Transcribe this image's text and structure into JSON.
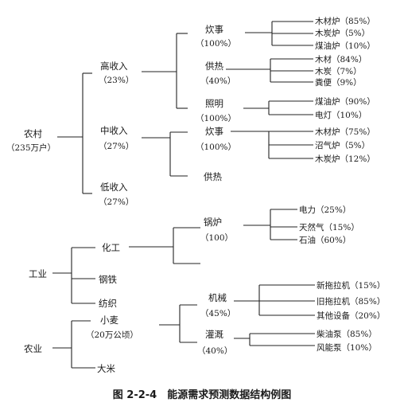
{
  "rural": {
    "label": "农村",
    "sub": "（235万户）",
    "high": {
      "label": "高收入",
      "pct": "（23%）"
    },
    "mid": {
      "label": "中收入",
      "pct": "（27%）"
    },
    "low": {
      "label": "低收入",
      "pct": "（27%）"
    },
    "cook1": {
      "label": "炊事",
      "pct": "（100%）"
    },
    "cook1_leaves": [
      "木材炉（85%）",
      "木炭炉（5%）",
      "煤油炉（10%）"
    ],
    "heat1": {
      "label": "供热",
      "pct": "（40%）"
    },
    "heat1_leaves": [
      "木材（84%）",
      "木炭（7%）",
      "粪便（9%）"
    ],
    "light": {
      "label": "照明",
      "pct": "（100%）"
    },
    "light_leaves": [
      "煤油炉（90%）",
      "电灯（10%）"
    ],
    "cook2": {
      "label": "炊事",
      "pct": "（100%）"
    },
    "cook2_leaves": [
      "木材炉（75%）",
      "沼气炉（5%）",
      "木炭炉（12%）"
    ],
    "heat2": {
      "label": "供热"
    }
  },
  "industry": {
    "label": "工业",
    "chem": "化工",
    "steel": "钢铁",
    "textile": "纺织",
    "boiler": {
      "label": "锅炉",
      "pct": "（100）"
    },
    "boiler_leaves": [
      "电力（25%）",
      "天然气（15%）",
      "石油（60%）"
    ]
  },
  "agri": {
    "label": "农业",
    "wheat": {
      "label": "小麦",
      "sub": "（20万公顷）"
    },
    "rice": "大米",
    "mech": {
      "label": "机械",
      "pct": "（45%）"
    },
    "mech_leaves": [
      "新拖拉机（15%）",
      "旧拖拉机（85%）",
      "其他设备（20%）"
    ],
    "irrig": {
      "label": "灌溉",
      "pct": "（40%）"
    },
    "irrig_leaves": [
      "柴油泵（85%）",
      "风能泵（10%）"
    ]
  },
  "caption": "图 2-2-4　能源需求预测数据结构例图"
}
